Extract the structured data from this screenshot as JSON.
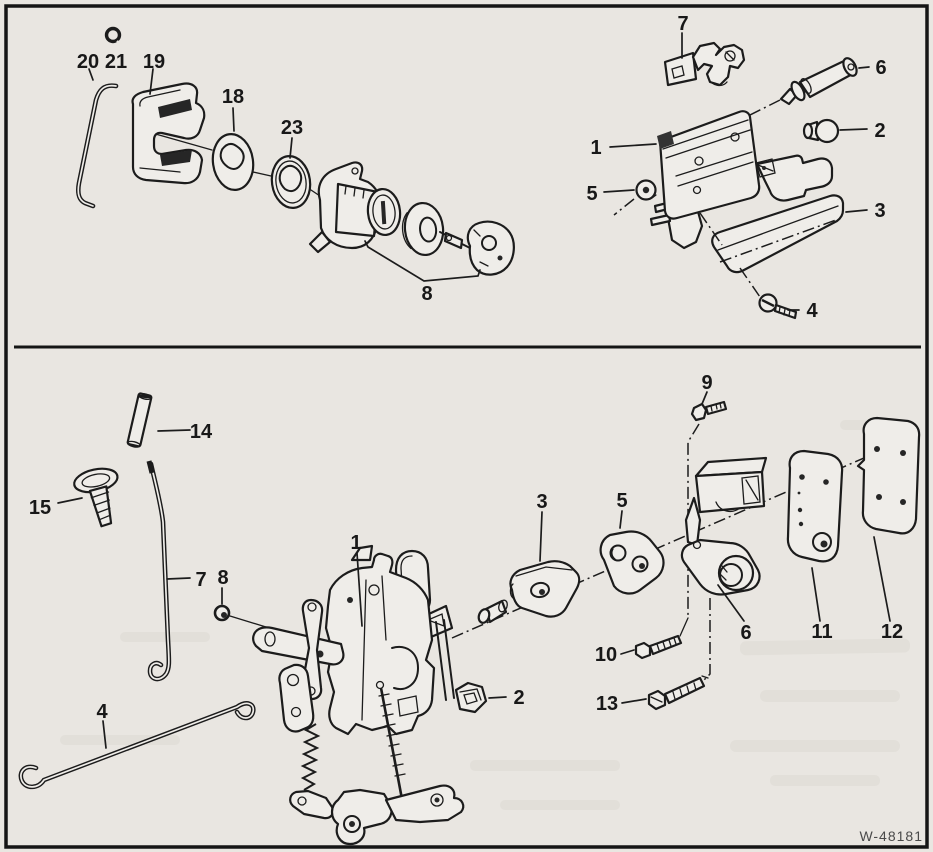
{
  "figure": {
    "kind": "exploded-parts-diagram",
    "drawing_number": "W-48181"
  },
  "labels": {
    "upper": [
      "20",
      "21",
      "19",
      "18",
      "23",
      "8",
      "7",
      "6",
      "1",
      "2",
      "5",
      "3",
      "4"
    ],
    "lower": [
      "14",
      "15",
      "7",
      "8",
      "1",
      "9",
      "3",
      "5",
      "2",
      "10",
      "13",
      "6",
      "11",
      "12",
      "4"
    ]
  },
  "colors": {
    "paper": "#e9e6e1",
    "ink": "#1c1c1c",
    "label_ink": "#181818",
    "watermark_ink": "#4a4a4a"
  }
}
